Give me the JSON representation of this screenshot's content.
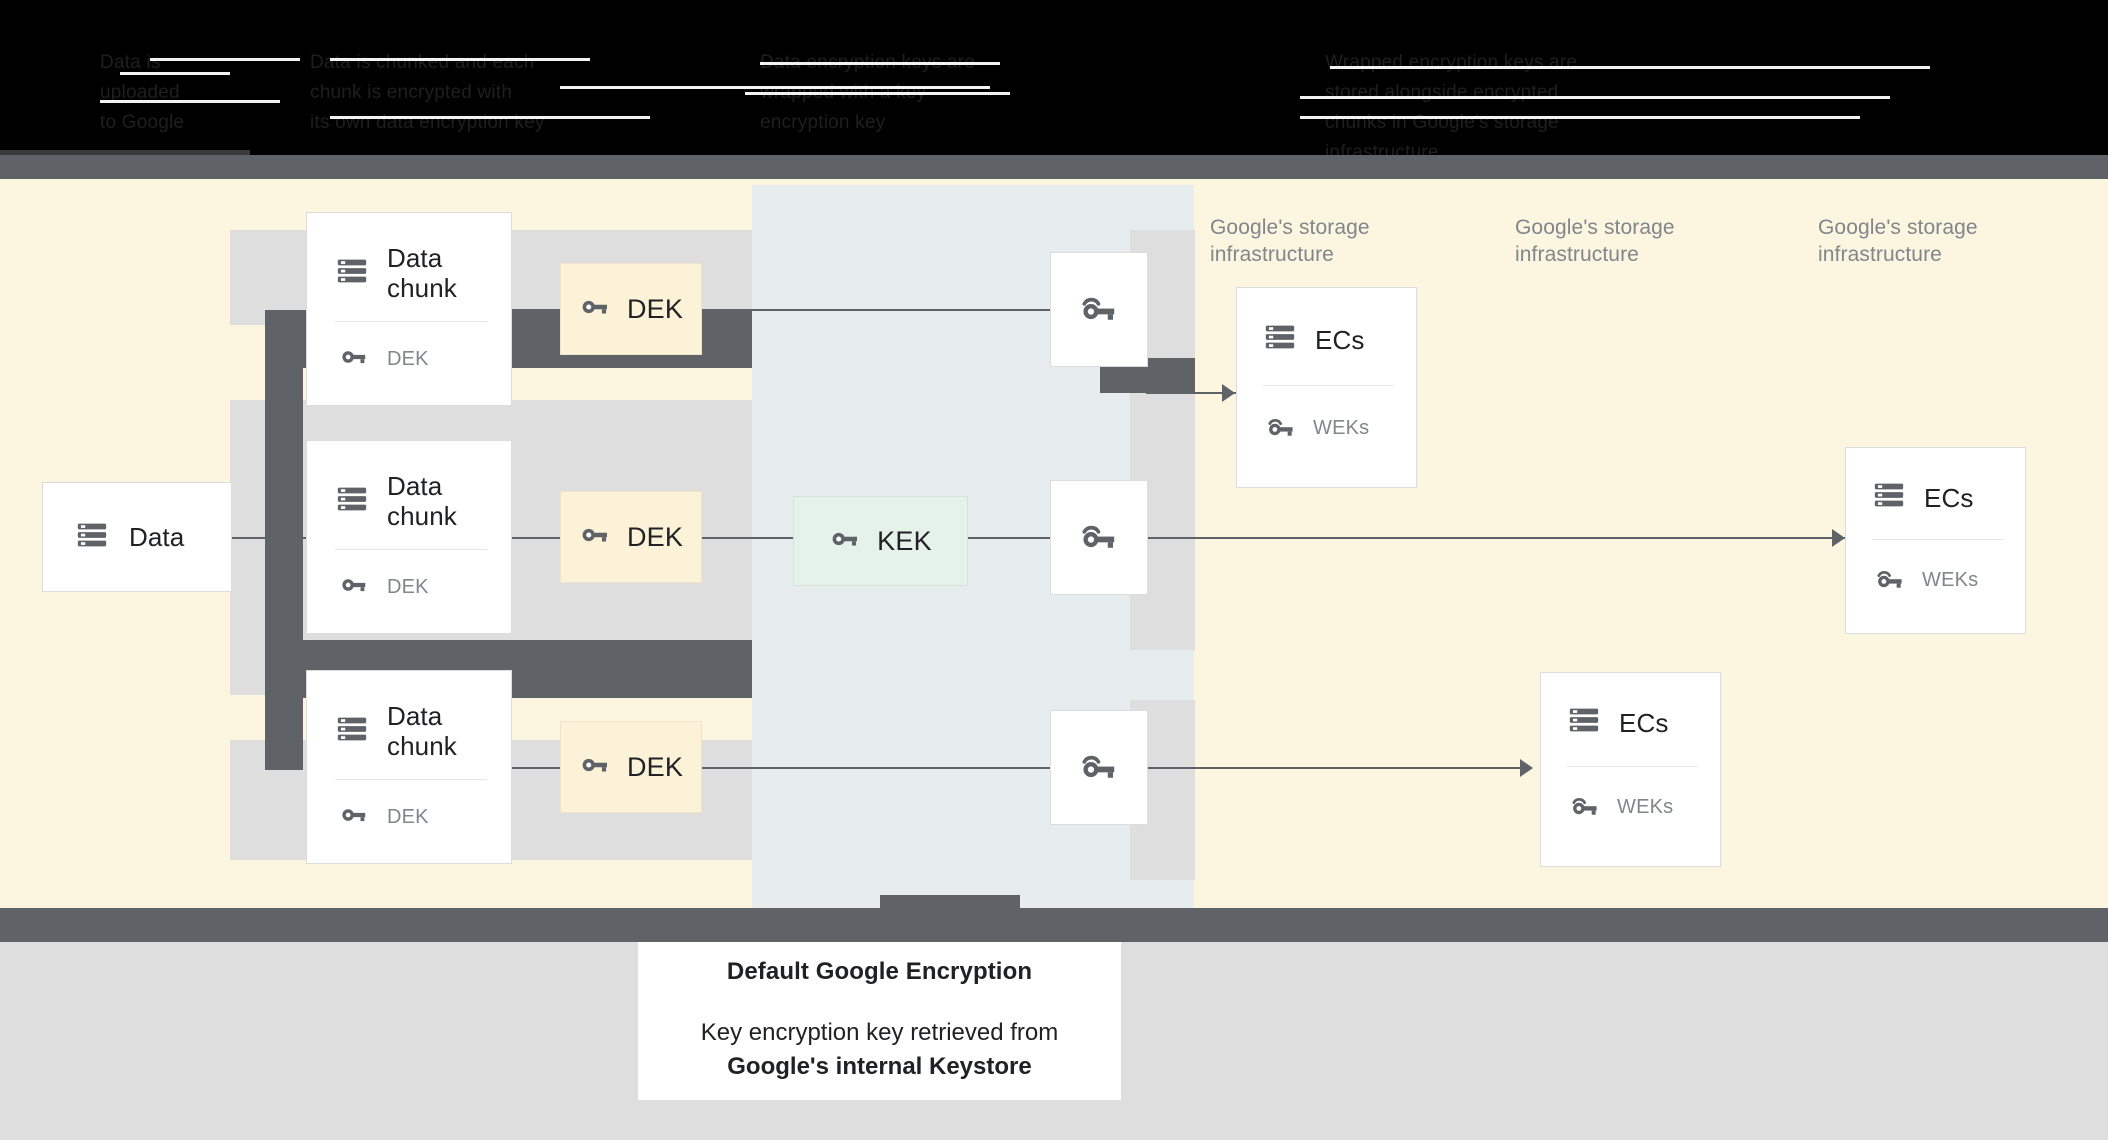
{
  "header": {
    "columns": [
      {
        "lines": "Data is\nuploaded\nto Google"
      },
      {
        "lines": "Data is chunked and each\nchunk is encrypted with\nits own data encryption key"
      },
      {
        "lines": "Data encryption keys are\nwrapped with a key\nencryption key"
      },
      {
        "lines": "Wrapped encryption keys are\nstored alongside encrypted\nchunks in Google's storage\ninfrastructure"
      }
    ]
  },
  "nodes": {
    "data": {
      "title": "Data",
      "icon": "storage-icon"
    },
    "chunks": [
      {
        "title": "Data\nchunk",
        "key_label": "DEK",
        "icon": "storage-icon",
        "key_icon": "key-icon"
      },
      {
        "title": "Data\nchunk",
        "key_label": "DEK",
        "icon": "storage-icon",
        "key_icon": "key-icon"
      },
      {
        "title": "Data\nchunk",
        "key_label": "DEK",
        "icon": "storage-icon",
        "key_icon": "key-icon"
      }
    ],
    "deks": [
      {
        "label": "DEK",
        "icon": "key-icon"
      },
      {
        "label": "DEK",
        "icon": "key-icon"
      },
      {
        "label": "DEK",
        "icon": "key-icon"
      }
    ],
    "kek": {
      "label": "KEK",
      "icon": "key-icon"
    },
    "wrapped_keys": [
      {
        "icon": "wrapped-key-icon"
      },
      {
        "icon": "wrapped-key-icon"
      },
      {
        "icon": "wrapped-key-icon"
      }
    ],
    "storage_labels": [
      "Google's storage\ninfrastructure",
      "Google's storage\ninfrastructure",
      "Google's storage\ninfrastructure"
    ],
    "ecs": [
      {
        "title": "ECs",
        "key_label": "WEKs",
        "icon": "storage-icon",
        "key_icon": "wrapped-key-icon"
      },
      {
        "title": "ECs",
        "key_label": "WEKs",
        "icon": "storage-icon",
        "key_icon": "wrapped-key-icon"
      },
      {
        "title": "ECs",
        "key_label": "WEKs",
        "icon": "storage-icon",
        "key_icon": "wrapped-key-icon"
      }
    ]
  },
  "caption": {
    "title": "Default Google Encryption",
    "body_line1": "Key encryption key retrieved from",
    "body_line2": "Google's internal Keystore"
  },
  "colors": {
    "panel_cream": "#fcf6e1",
    "panel_blue": "#e7ecee",
    "panel_grey": "#dedede",
    "panel_dark": "#5f6368",
    "chip_cream": "#fcf2d7",
    "chip_green": "#e4f2e9",
    "icon_grey": "#5f6368",
    "text_primary": "#202124",
    "text_secondary": "#80868b"
  }
}
